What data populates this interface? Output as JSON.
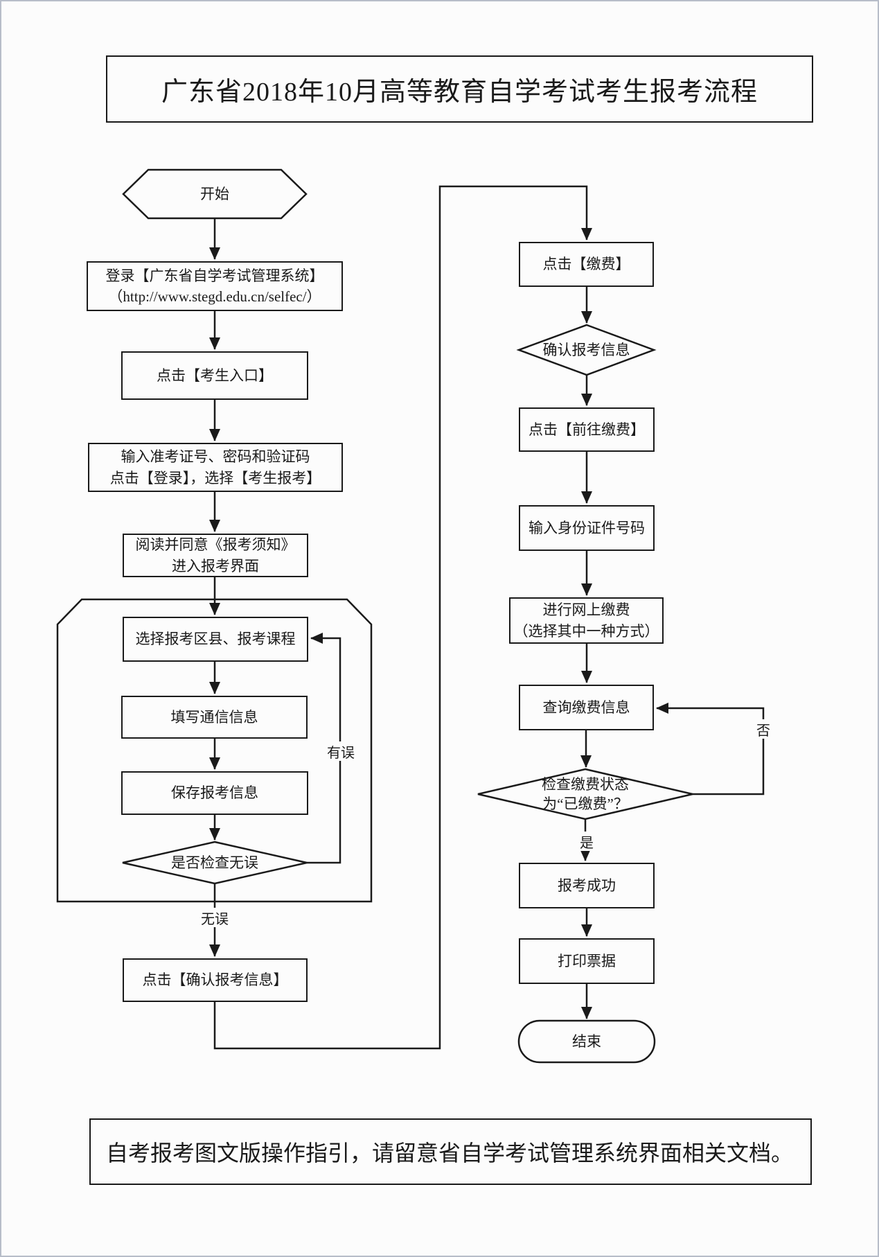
{
  "page": {
    "title": "广东省2018年10月高等教育自学考试考生报考流程",
    "footer_note": "自考报考图文版操作指引，请留意省自学考试管理系统界面相关文档。"
  },
  "flowchart": {
    "left": {
      "start": "开始",
      "login": "登录【广东省自学考试管理系统】\n（http://www.stegd.edu.cn/selfec/）",
      "candidate_entry": "点击【考生入口】",
      "enter_credentials": "输入准考证号、密码和验证码\n点击【登录】，选择【考生报考】",
      "read_notice": "阅读并同意《报考须知》\n进入报考界面",
      "select_courses": "选择报考区县、报考课程",
      "fill_contact": "填写通信信息",
      "save_info": "保存报考信息",
      "check_decision": "是否检查无误",
      "confirm_info": "点击【确认报考信息】",
      "label_has_error": "有误",
      "label_no_error": "无误"
    },
    "right": {
      "click_pay": "点击【缴费】",
      "confirm_pay_decision": "确认报考信息",
      "goto_pay": "点击【前往缴费】",
      "enter_id": "输入身份证件号码",
      "online_pay": "进行网上缴费\n（选择其中一种方式）",
      "query_pay": "查询缴费信息",
      "check_pay_status": "检查缴费状态\n为“已缴费”？",
      "label_yes": "是",
      "label_no": "否",
      "success": "报考成功",
      "print_receipt": "打印票据",
      "end": "结束"
    }
  },
  "colors": {
    "line": "#1a1a1a",
    "background": "#fcfcfc",
    "page_border": "#b7bdc9"
  }
}
